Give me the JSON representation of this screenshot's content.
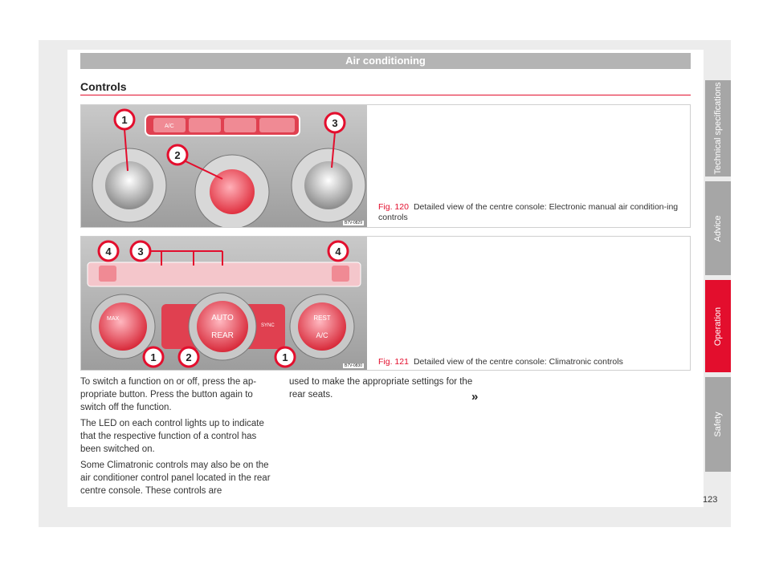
{
  "header": {
    "title": "Air conditioning"
  },
  "section": {
    "title": "Controls"
  },
  "figures": [
    {
      "number": "Fig. 120",
      "caption": "Detailed view of the centre console: Electronic manual air condition-ing controls",
      "image_code": "B7V-0829",
      "callouts": [
        "1",
        "2",
        "3"
      ],
      "panel_labels": {
        "ac": "A/C"
      }
    },
    {
      "number": "Fig. 121",
      "caption": "Detailed view of the centre console: Climatronic controls",
      "image_code": "B7V-0830",
      "callouts": [
        "4",
        "3",
        "4",
        "1",
        "2",
        "1"
      ],
      "panel_labels": {
        "max": "MAX",
        "auto": "AUTO",
        "rear": "REAR",
        "sync": "SYNC",
        "rest": "REST",
        "ac": "A/C"
      }
    }
  ],
  "body": {
    "col1": [
      "To switch a function on or off, press the ap-propriate button. Press the button again to switch off the function.",
      "The LED on each control lights up to indicate that the respective function of a control has been switched on.",
      "Some Climatronic controls may also be on the air conditioner control panel located in the rear centre console. These controls are"
    ],
    "col2": "used to make the appropriate settings for the rear seats.",
    "continued_mark": "»"
  },
  "side_tabs": [
    {
      "label": "Technical specifications",
      "active": false
    },
    {
      "label": "Advice",
      "active": false
    },
    {
      "label": "Operation",
      "active": true
    },
    {
      "label": "Safety",
      "active": false
    }
  ],
  "page_number": "123",
  "colors": {
    "accent": "#e30e2d",
    "tab_gray": "#a6a6a6",
    "header_gray": "#b4b4b4"
  }
}
